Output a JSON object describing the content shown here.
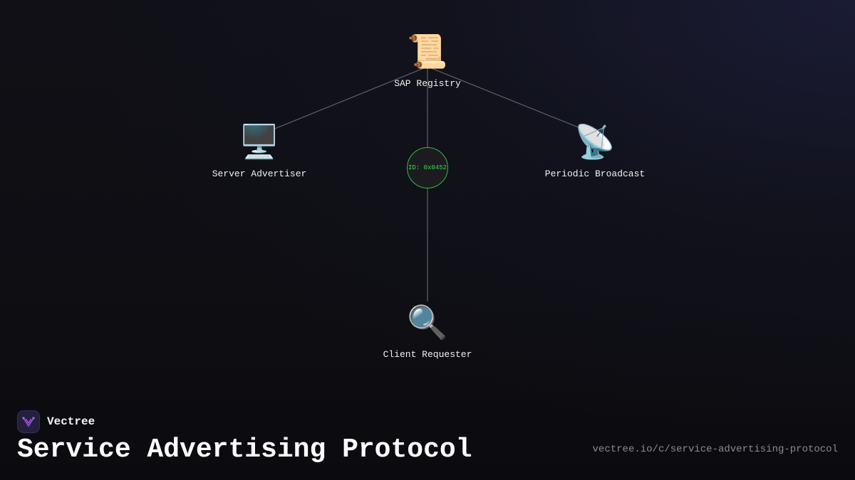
{
  "diagram": {
    "nodes": {
      "registry": {
        "icon": "📜",
        "icon_name": "scroll-icon",
        "label": "SAP Registry"
      },
      "server": {
        "icon": "🖥️",
        "icon_name": "desktop-computer-icon",
        "label": "Server Advertiser"
      },
      "broadcast": {
        "icon": "📡",
        "icon_name": "satellite-antenna-icon",
        "label": "Periodic Broadcast"
      },
      "client": {
        "icon": "🔍",
        "icon_name": "magnifying-glass-icon",
        "label": "Client Requester"
      }
    },
    "center_id": "ID: 0x0452",
    "link_color": "#5a5a60",
    "id_accent": "#3ddc4a"
  },
  "footer": {
    "brand_name": "Vectree",
    "brand_logo": "vectree-logo-icon",
    "title": "Service Advertising Protocol",
    "url": "vectree.io/c/service-advertising-protocol"
  }
}
